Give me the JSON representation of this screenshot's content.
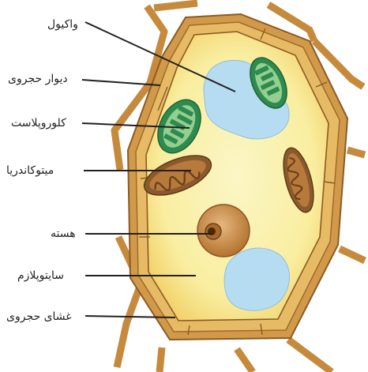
{
  "labels": {
    "vacuole": "واکیول",
    "cell_wall": "دیوار حجروی",
    "chloroplast": "کلوروپلاست",
    "mitochondria": "میتوکاندریا",
    "nucleus": "هسته",
    "cytoplasm": "سایتوپلازم",
    "cell_membrane": "غشای حجروی"
  },
  "colors": {
    "cell_wall": "#c58a3c",
    "cell_wall_light": "#e6b560",
    "membrane_edge": "#7a4a1a",
    "cytoplasm": "#faf3b6",
    "cytoplasm_glow": "#f7d56a",
    "vacuole": "#b6dcf2",
    "chloroplast_outer": "#2e8b4f",
    "chloroplast_inner": "#93cf8f",
    "mitochondria": "#8a5a2c",
    "nucleus": "#c98a4a",
    "leader_line": "#231f20"
  },
  "icons": {
    "cell": "plant-cell-illustration"
  }
}
